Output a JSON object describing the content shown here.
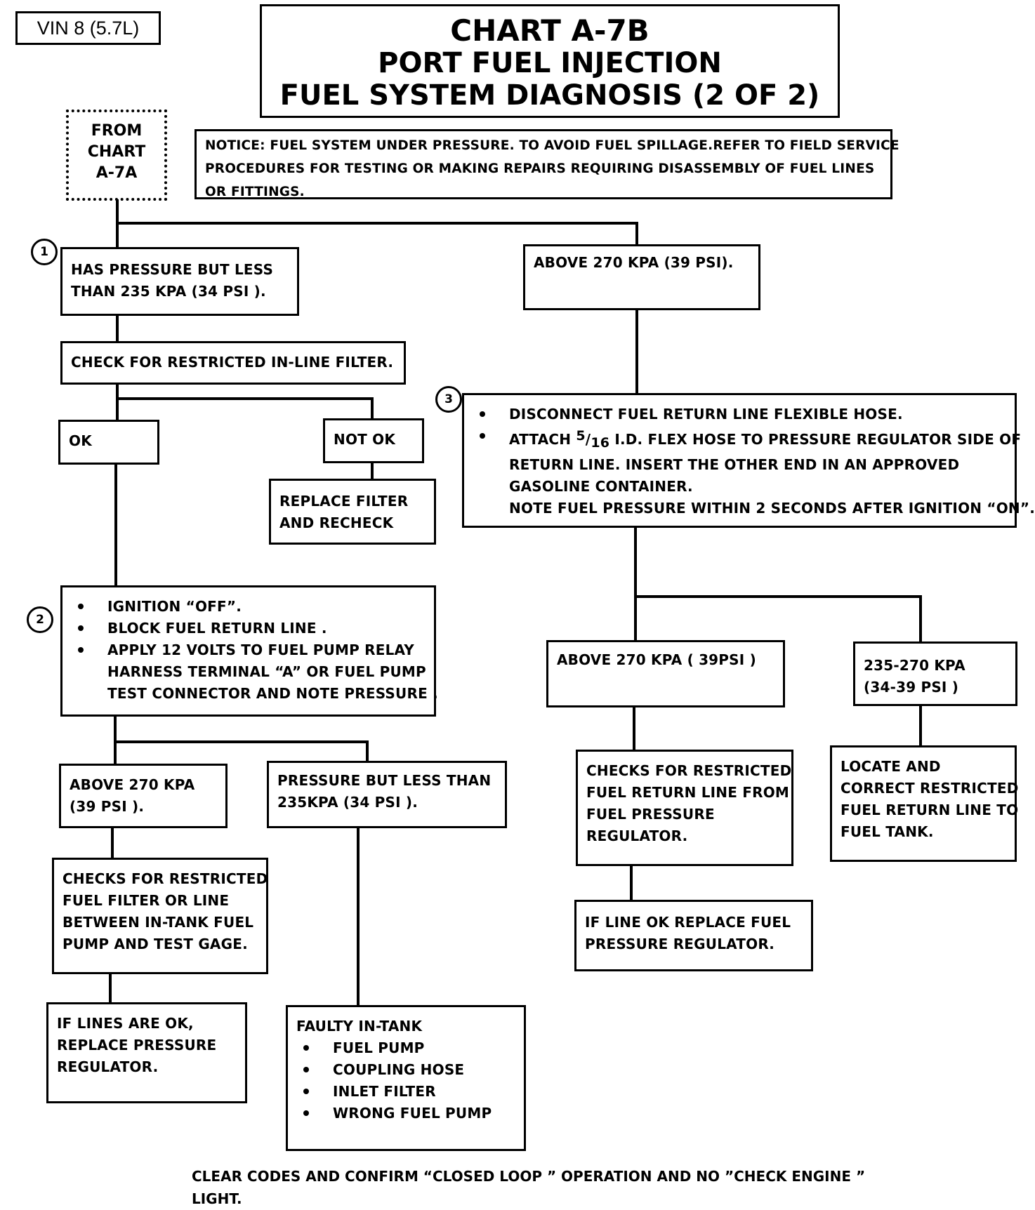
{
  "header": {
    "vin_label": "VIN 8 (5.7L)",
    "title_lines": [
      "CHART A-7B",
      "PORT FUEL INJECTION",
      "FUEL SYSTEM DIAGNOSIS (2 OF 2)"
    ]
  },
  "from_chart": {
    "lines": [
      "FROM",
      "CHART",
      "A-7A"
    ]
  },
  "notice": {
    "lines": [
      "NOTICE: FUEL SYSTEM UNDER PRESSURE. TO AVOID FUEL SPILLAGE.REFER TO FIELD SERVICE",
      "PROCEDURES FOR TESTING OR MAKING REPAIRS REQUIRING DISASSEMBLY OF FUEL LINES",
      "OR FITTINGS."
    ]
  },
  "step_markers": {
    "one": "1",
    "two": "2",
    "three": "3"
  },
  "boxes": {
    "has_pressure_low": {
      "lines": [
        "HAS PRESSURE BUT LESS",
        "THAN 235 KPA (34 PSI )."
      ]
    },
    "above_270_top": {
      "lines": [
        "ABOVE 270 KPA (39 PSI)."
      ]
    },
    "check_inline_filter": {
      "lines": [
        "CHECK FOR RESTRICTED IN-LINE FILTER."
      ]
    },
    "ok": {
      "lines": [
        "OK"
      ]
    },
    "not_ok": {
      "lines": [
        "NOT OK"
      ]
    },
    "replace_filter": {
      "lines": [
        "REPLACE FILTER",
        "AND RECHECK"
      ]
    },
    "step2_procedure": {
      "items": [
        "IGNITION “OFF”.",
        "BLOCK FUEL RETURN LINE .",
        "APPLY 12 VOLTS TO FUEL PUMP RELAY"
      ],
      "continuation": [
        "HARNESS TERMINAL “A” OR FUEL PUMP",
        "TEST CONNECTOR AND NOTE PRESSURE ."
      ]
    },
    "step2_above_270": {
      "lines": [
        "ABOVE 270 KPA",
        "(39 PSI )."
      ]
    },
    "step2_pressure_low": {
      "lines": [
        "PRESSURE BUT LESS THAN",
        "235KPA (34 PSI )."
      ]
    },
    "checks_filter_line": {
      "lines": [
        "CHECKS FOR RESTRICTED",
        "FUEL FILTER OR LINE",
        "BETWEEN IN-TANK FUEL",
        "PUMP AND TEST GAGE."
      ]
    },
    "if_lines_ok": {
      "lines": [
        "IF LINES ARE  OK,",
        "REPLACE PRESSURE",
        "REGULATOR."
      ]
    },
    "faulty_in_tank": {
      "heading": "FAULTY IN-TANK",
      "items": [
        "FUEL PUMP",
        "COUPLING HOSE",
        "INLET FILTER",
        "WRONG FUEL PUMP"
      ]
    },
    "step3_procedure": {
      "item1": "DISCONNECT FUEL RETURN LINE FLEXIBLE HOSE.",
      "item2_prefix": "ATTACH ",
      "item2_frac_num": "5",
      "item2_frac_sep": "/",
      "item2_frac_den": "16",
      "item2_suffix": " I.D. FLEX HOSE TO PRESSURE REGULATOR SIDE OF",
      "continuation": [
        "RETURN LINE. INSERT THE OTHER END IN  AN  APPROVED",
        "GASOLINE CONTAINER.",
        "NOTE FUEL PRESSURE WITHIN 2 SECONDS AFTER IGNITION “ON”."
      ]
    },
    "step3_above_270": {
      "lines": [
        "ABOVE 270 KPA ( 39PSI )"
      ]
    },
    "step3_235_270": {
      "lines": [
        "235-270 KPA",
        "(34-39 PSI )"
      ]
    },
    "checks_return_line": {
      "lines": [
        "CHECKS FOR RESTRICTED",
        "FUEL RETURN LINE FROM",
        "FUEL PRESSURE",
        "REGULATOR."
      ]
    },
    "locate_correct": {
      "lines": [
        "LOCATE AND",
        "CORRECT RESTRICTED",
        "FUEL RETURN LINE TO",
        "FUEL TANK."
      ]
    },
    "if_line_ok": {
      "lines": [
        "IF LINE OK REPLACE FUEL",
        "PRESSURE REGULATOR."
      ]
    }
  },
  "footer": {
    "lines": [
      "CLEAR CODES AND CONFIRM “CLOSED LOOP ” OPERATION AND NO ”CHECK ENGINE ”",
      "LIGHT."
    ]
  }
}
